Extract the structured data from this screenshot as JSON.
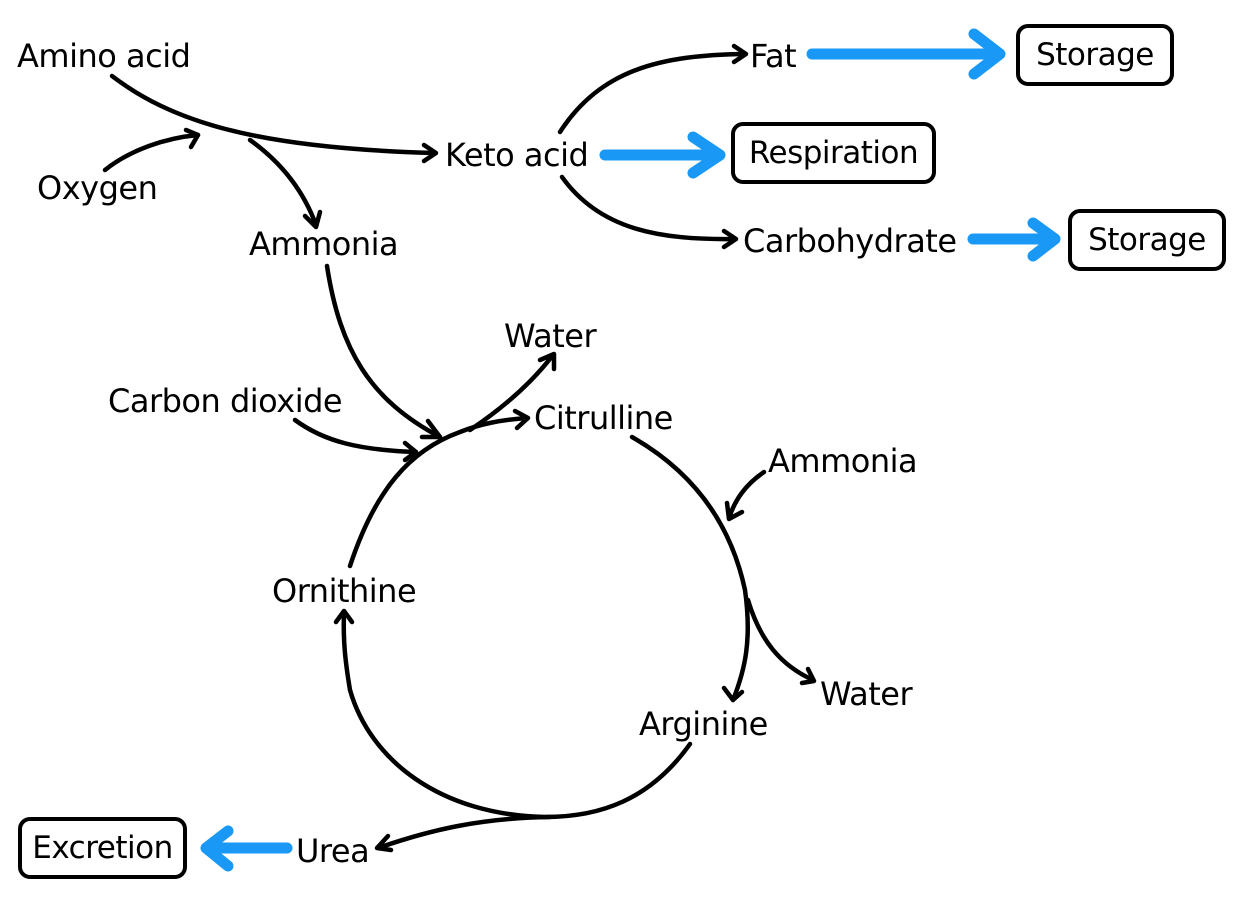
{
  "diagram": {
    "title": "",
    "accent_color": "#1a98f5",
    "nodes": {
      "amino_acid": "Amino acid",
      "oxygen": "Oxygen",
      "ammonia_1": "Ammonia",
      "keto_acid": "Keto acid",
      "fat": "Fat",
      "carbohydrate": "Carbohydrate",
      "carbon_dioxide": "Carbon dioxide",
      "water_1": "Water",
      "citrulline": "Citrulline",
      "ammonia_2": "Ammonia",
      "water_2": "Water",
      "arginine": "Arginine",
      "ornithine": "Ornithine",
      "urea": "Urea"
    },
    "boxes": {
      "storage_fat": "Storage",
      "respiration": "Respiration",
      "storage_carb": "Storage",
      "excretion": "Excretion"
    },
    "edges": [
      {
        "from": "Amino acid",
        "to": "Keto acid",
        "with": "Oxygen"
      },
      {
        "from": "Amino acid",
        "to": "Ammonia"
      },
      {
        "from": "Keto acid",
        "to": "Fat"
      },
      {
        "from": "Keto acid",
        "to": "Respiration",
        "style": "blue"
      },
      {
        "from": "Keto acid",
        "to": "Carbohydrate"
      },
      {
        "from": "Fat",
        "to": "Storage",
        "style": "blue"
      },
      {
        "from": "Carbohydrate",
        "to": "Storage",
        "style": "blue"
      },
      {
        "from": "Ammonia",
        "to": "Citrulline"
      },
      {
        "from": "Carbon dioxide",
        "to": "Citrulline"
      },
      {
        "from": "Ornithine",
        "to": "Citrulline",
        "byproduct": "Water"
      },
      {
        "from": "Citrulline",
        "to": "Arginine",
        "with": "Ammonia",
        "byproduct": "Water"
      },
      {
        "from": "Arginine",
        "to": "Ornithine",
        "byproduct": "Urea"
      },
      {
        "from": "Urea",
        "to": "Excretion",
        "style": "blue"
      }
    ]
  }
}
